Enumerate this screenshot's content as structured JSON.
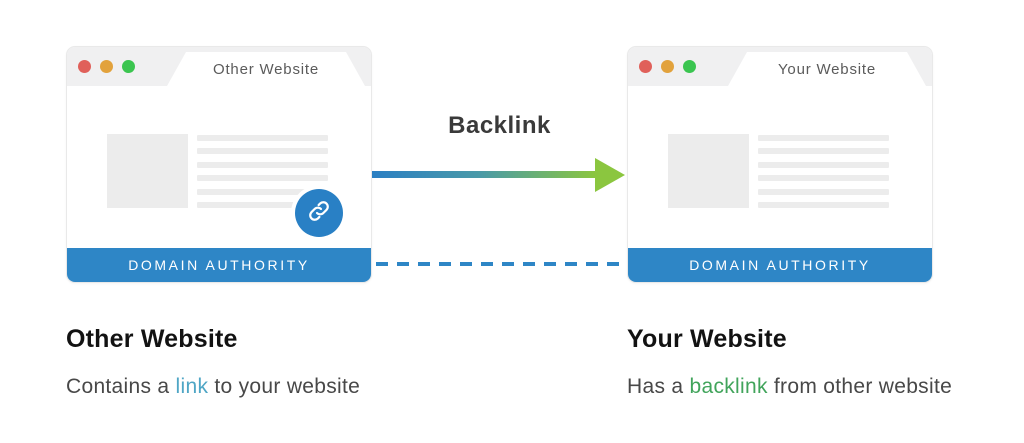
{
  "colors": {
    "window_border": "#e9e9e9",
    "window_header": "#f0f0f1",
    "dot_red": "#e0605a",
    "dot_orange": "#e2a23c",
    "dot_green": "#3bc550",
    "placeholder": "#ececec",
    "bar_blue": "#2e86c6",
    "badge_blue": "#2980c5",
    "arrow_blue": "#2b7fc3",
    "arrow_green": "#8bc63f",
    "dash_blue": "#2e86c6",
    "link_text": "#4fa6c5",
    "backlink_text": "#41a45b",
    "heading_text": "#121212",
    "body_text": "#484848",
    "tab_text": "#5b5b5b",
    "label_text": "#3a3a3a"
  },
  "windows": {
    "left": {
      "tab_title": "Other Website",
      "footer_label": "DOMAIN AUTHORITY"
    },
    "right": {
      "tab_title": "Your Website",
      "footer_label": "DOMAIN AUTHORITY"
    }
  },
  "arrow": {
    "label": "Backlink"
  },
  "icons": {
    "link_icon": "chain-link",
    "arrow_head": "right-arrowhead"
  },
  "captions": {
    "left": {
      "heading": "Other Website",
      "prefix": "Contains a ",
      "highlight": "link",
      "suffix": " to your website"
    },
    "right": {
      "heading": "Your Website",
      "prefix": "Has a ",
      "highlight": "backlink",
      "suffix": " from other website"
    }
  }
}
